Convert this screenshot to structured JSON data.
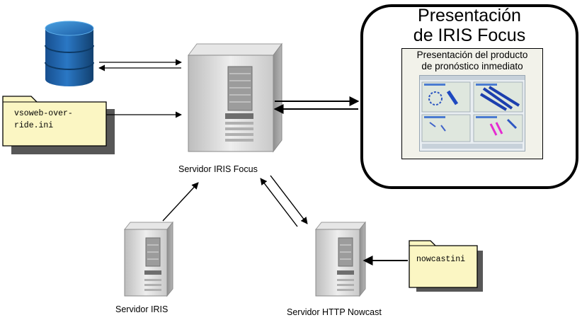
{
  "presentation": {
    "title_line1": "Presentación",
    "title_line2": "de IRIS Focus",
    "product_label_line1": "Presentación del producto",
    "product_label_line2": "de pronóstico inmediato"
  },
  "servers": {
    "focus_label": "Servidor IRIS Focus",
    "iris_label": "Servidor IRIS",
    "nowcast_label": "Servidor HTTP Nowcast"
  },
  "files": {
    "override_line1": "vsoweb-over-",
    "override_line2": "ride.ini",
    "nowcast_name": "nowcastini"
  },
  "colors": {
    "folder_fill": "#fbf6c3",
    "database_blue": "#1e5fa4",
    "server_gray": "#d8d8d8"
  }
}
